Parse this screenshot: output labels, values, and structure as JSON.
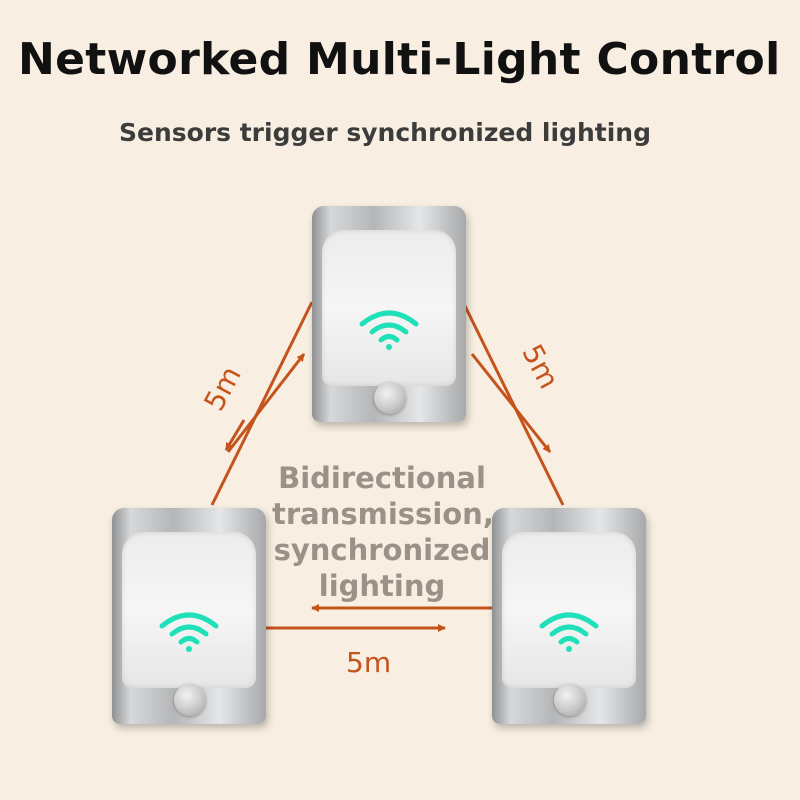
{
  "title": "Networked Multi-Light Control",
  "subtitle": "Sensors trigger synchronized lighting",
  "center_text": [
    "Bidirectional",
    "transmission,",
    "synchronized",
    "lighting"
  ],
  "distance_label": "5m",
  "colors": {
    "accent": "#c4531c",
    "signal": "#1fe0b8",
    "background": "#f8efe2"
  },
  "lights": [
    {
      "name": "top-light",
      "icon": "wifi-signal-icon"
    },
    {
      "name": "left-light",
      "icon": "wifi-signal-icon"
    },
    {
      "name": "right-light",
      "icon": "wifi-signal-icon"
    }
  ]
}
